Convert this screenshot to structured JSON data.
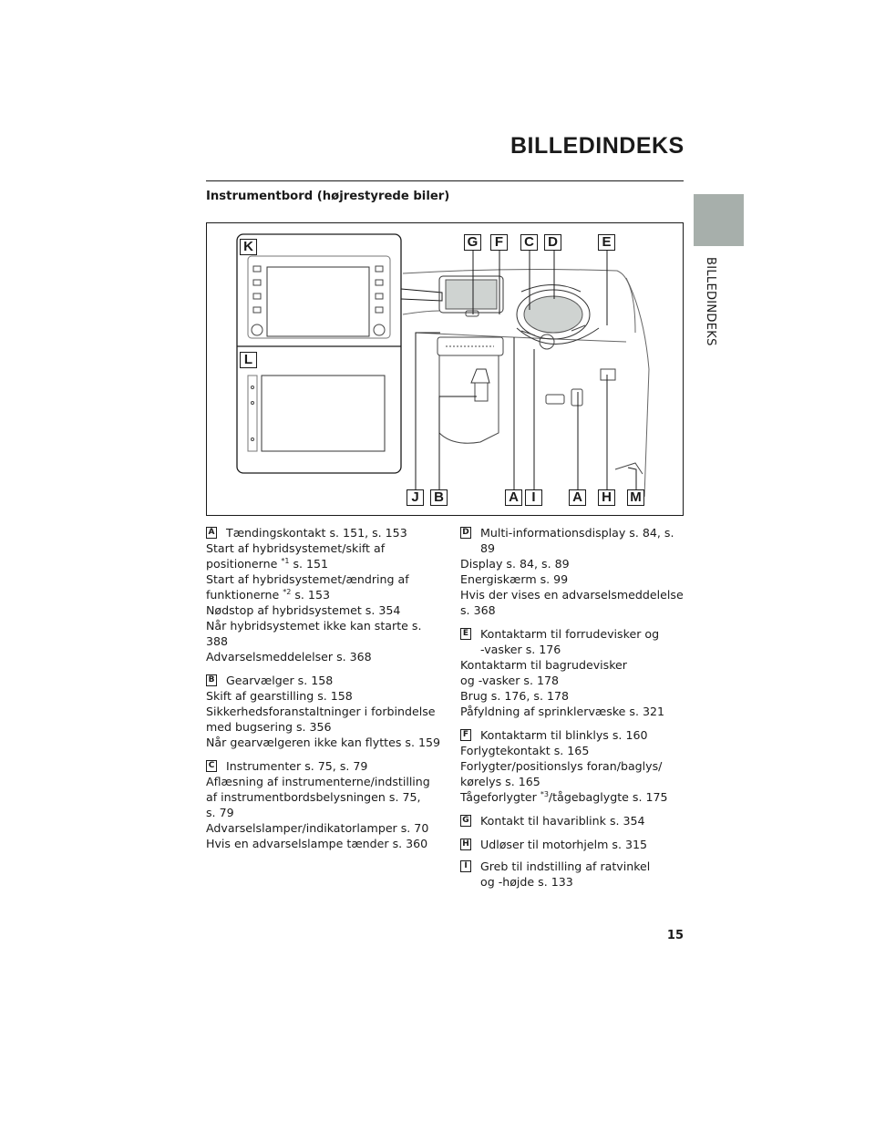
{
  "header": {
    "title": "BILLEDINDEKS",
    "side_label": "BILLEDINDEKS"
  },
  "section": {
    "heading": "Instrumentbord (højrestyrede biler)"
  },
  "figure": {
    "labels": [
      "K",
      "L",
      "G",
      "F",
      "C",
      "D",
      "E",
      "J",
      "B",
      "A",
      "I",
      "A",
      "H",
      "M"
    ]
  },
  "entries": {
    "A": {
      "marker": "A",
      "first": "Tændingskontakt s. 151, s. 153",
      "lines": [
        "Start af hybridsystemet/skift af",
        "positionerne",
        "*1",
        " s. 151",
        "Start af hybridsystemet/ændring af",
        "funktionerne",
        "*2",
        " s. 153",
        "Nødstop af hybridsystemet s. 354",
        "Når hybridsystemet ikke kan starte s. 388",
        "Advarselsmeddelelser s. 368"
      ]
    },
    "B": {
      "marker": "B",
      "first": "Gearvælger s. 158",
      "lines": [
        "Skift af gearstilling s. 158",
        "Sikkerhedsforanstaltninger i forbindelse",
        "med bugsering s. 356",
        "Når gearvælgeren ikke kan flyttes s. 159"
      ]
    },
    "C": {
      "marker": "C",
      "first": "Instrumenter s. 75, s. 79",
      "lines": [
        "Aflæsning af instrumenterne/indstilling",
        "af instrumentbordsbelysningen s. 75,",
        "s. 79",
        "Advarselslamper/indikatorlamper s. 70",
        "Hvis en advarselslampe tænder s. 360"
      ]
    },
    "D": {
      "marker": "D",
      "first": "Multi-informationsdisplay s. 84, s. 89",
      "lines": [
        "Display s. 84, s. 89",
        "Energiskærm s. 99",
        "Hvis der vises en advarselsmeddelelse",
        "s. 368"
      ]
    },
    "E": {
      "marker": "E",
      "first": "Kontaktarm til forrudevisker og",
      "first_cont": "-vasker s. 176",
      "lines": [
        "Kontaktarm til bagrudevisker",
        "og -vasker s. 178",
        "Brug s. 176, s. 178",
        "Påfyldning af sprinklervæske s. 321"
      ]
    },
    "F": {
      "marker": "F",
      "first": "Kontaktarm til blinklys s. 160",
      "lines": [
        "Forlygtekontakt s. 165",
        "Forlygter/positionslys foran/baglys/",
        "kørelys s. 165",
        "Tågeforlygter",
        "*3",
        "/tågebaglygte s. 175"
      ]
    },
    "G": {
      "marker": "G",
      "first": "Kontakt til havariblink s. 354"
    },
    "H": {
      "marker": "H",
      "first": "Udløser til motorhjelm s. 315"
    },
    "I": {
      "marker": "I",
      "first": "Greb til indstilling af ratvinkel",
      "first_cont": "og -højde s. 133"
    }
  },
  "footer": {
    "page_number": "15"
  }
}
